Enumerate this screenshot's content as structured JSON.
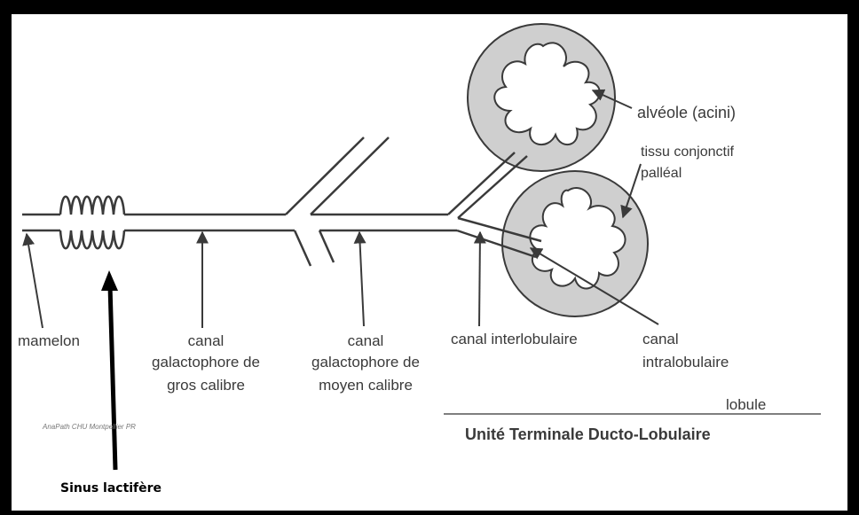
{
  "labels": {
    "alveole": "alvéole (acini)",
    "tissu_line1": "tissu conjonctif",
    "tissu_line2": "palléal",
    "mamelon": "mamelon",
    "canal_gros_1": "canal",
    "canal_gros_2": "galactophore de",
    "canal_gros_3": "gros calibre",
    "canal_moyen_1": "canal",
    "canal_moyen_2": "galactophore de",
    "canal_moyen_3": "moyen calibre",
    "canal_inter": "canal interlobulaire",
    "canal_intra_1": "canal",
    "canal_intra_2": "intralobulaire",
    "lobule": "lobule",
    "utdl": "Unité Terminale Ducto-Lobulaire",
    "credit": "AnaPath CHU Montpellier PR",
    "sinus": "Sinus lactifère"
  },
  "colors": {
    "frame": "#000000",
    "background": "#ffffff",
    "line": "#3a3a3a",
    "lobule_fill": "#cfcfcf",
    "alveole_fill": "#ffffff"
  }
}
